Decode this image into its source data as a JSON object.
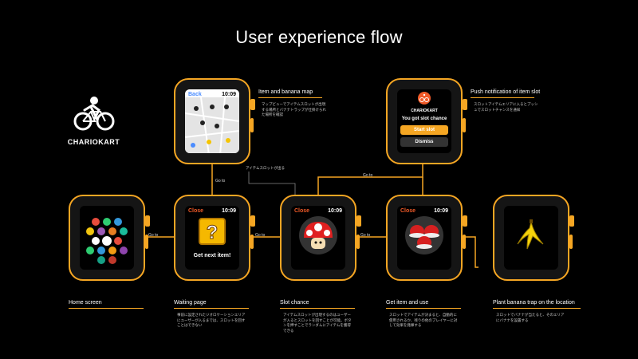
{
  "title": "User experience flow",
  "brand": {
    "name": "CHARIOKART",
    "icon": "bicycle-rider-icon"
  },
  "colors": {
    "accent": "#f5a623",
    "close": "#f05a28",
    "back": "#4a8cff",
    "bg": "#000000"
  },
  "watches": {
    "home": {
      "icon": "app-grid-icon"
    },
    "waiting": {
      "close": "Close",
      "time": "10:09",
      "icon": "question-block-icon",
      "label": "Get next item!"
    },
    "slot": {
      "close": "Close",
      "time": "10:09",
      "icon": "mushroom-icon"
    },
    "item": {
      "close": "Close",
      "time": "10:09",
      "icon": "red-shells-icon"
    },
    "banana": {
      "icon": "banana-icon"
    },
    "map": {
      "back": "Back",
      "time": "10:09",
      "icon": "map-icon"
    },
    "push": {
      "app": "CHARIOKART",
      "message": "You got slot chance",
      "start": "Start slot",
      "dismiss": "Dismiss",
      "icon": "bike-app-icon"
    }
  },
  "captions": {
    "home": "Home screen",
    "waiting": "Waiting page",
    "slot": "Slot chance",
    "item": "Get item and use",
    "banana": "Plant banana trap on the location",
    "map": "Item and banana map",
    "push": "Push notification of item slot"
  },
  "descriptions": {
    "waiting": "事前に設定されたジオロケーションエリアにユーザーが入るまでは、スロットを回すことはできない",
    "slot": "アイテムスロットが出現するのはユーザーが入るとスロットを回すことが可能。ボタンを押すことでランダムにアイテムを獲得できる",
    "item": "スロットでアイテムが決まると、自動的に使用されるか、残りの他のプレイヤーに対して効果を発揮する",
    "banana": "スロットでバナナが当たると、そのエリアにバナナを設置する",
    "map": "マップビューでアイテムスロットが出現する場所とバナナトラップが仕掛けられた場所を確認",
    "push": "スロットアイテムエリアに入るとプッシュでスロットチャンスを通知"
  },
  "connectors": {
    "goto": "Go to",
    "slot_note": "アイテムスロットが出る"
  }
}
